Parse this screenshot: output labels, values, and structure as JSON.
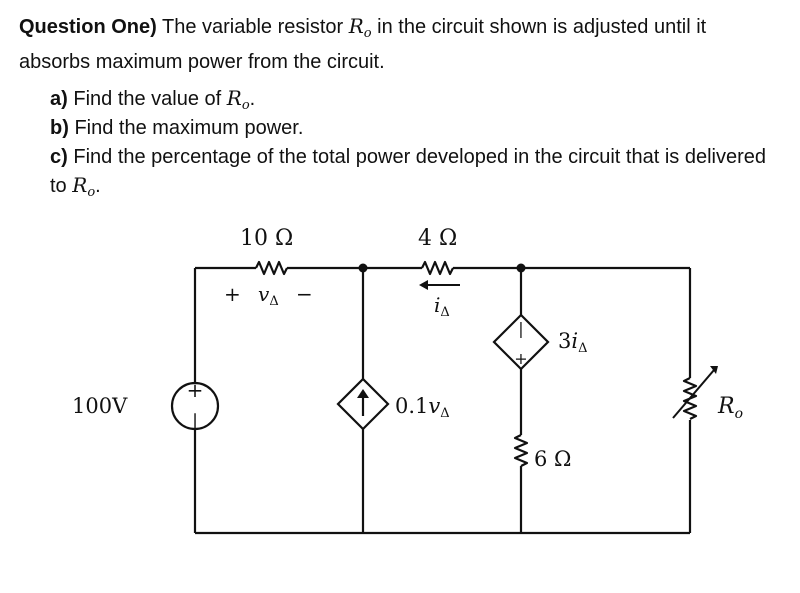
{
  "question": {
    "heading": "Question One)",
    "text_part1": " The variable resistor ",
    "var_main": "R",
    "var_sub": "o",
    "text_part2": " in the circuit shown is adjusted until it absorbs maximum power from the circuit.",
    "parts": [
      {
        "label": "a)",
        "text": " Find the value of ",
        "tail": "."
      },
      {
        "label": "b)",
        "text": " Find the maximum power."
      },
      {
        "label": "c)",
        "text": " Find the percentage of the total power developed in the circuit that is delivered to ",
        "tail": "."
      }
    ]
  },
  "circuit": {
    "r10": "10 Ω",
    "r4": "4 Ω",
    "v_plus": "+",
    "v_delta": "v",
    "delta": "Δ",
    "v_minus": "−",
    "i_delta": "i",
    "source_label": "100V",
    "src_plus": "+",
    "src_minus": "|",
    "dep_current_coef": "0.1",
    "dep_voltage_coef": "3",
    "r6": "6 Ω",
    "ro_main": "R",
    "ro_sub": "o"
  }
}
